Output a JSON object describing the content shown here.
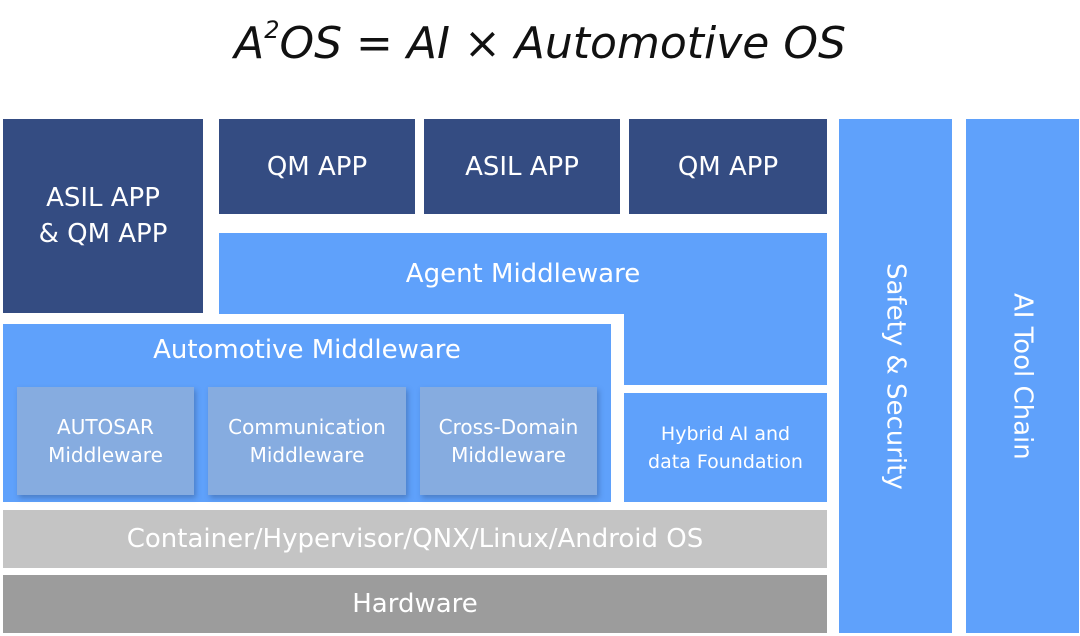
{
  "title": {
    "prefix": "A",
    "superscript": "2",
    "rest": "OS = AI × Automotive OS"
  },
  "apps": {
    "asil_qm_line1": "ASIL APP",
    "asil_qm_line2": "& QM APP",
    "qm_app_1": "QM APP",
    "asil_app": "ASIL APP",
    "qm_app_2": "QM APP"
  },
  "agent_middleware": "Agent Middleware",
  "automotive_middleware": {
    "label": "Automotive Middleware",
    "autosar_line1": "AUTOSAR",
    "autosar_line2": "Middleware",
    "communication_line1": "Communication",
    "communication_line2": "Middleware",
    "cross_domain_line1": "Cross-Domain",
    "cross_domain_line2": "Middleware"
  },
  "hybrid_ai": {
    "line1": "Hybrid AI and",
    "line2": "data Foundation"
  },
  "os_layer": "Container/Hypervisor/QNX/Linux/Android OS",
  "hardware": "Hardware",
  "safety_security": "Safety & Security",
  "ai_tool_chain": "AI Tool Chain",
  "colors": {
    "dark_blue": "#344c82",
    "light_blue": "#5fa1fb",
    "inner_blue": "#86ace0",
    "light_gray": "#c4c4c4",
    "dark_gray": "#9c9c9c"
  }
}
